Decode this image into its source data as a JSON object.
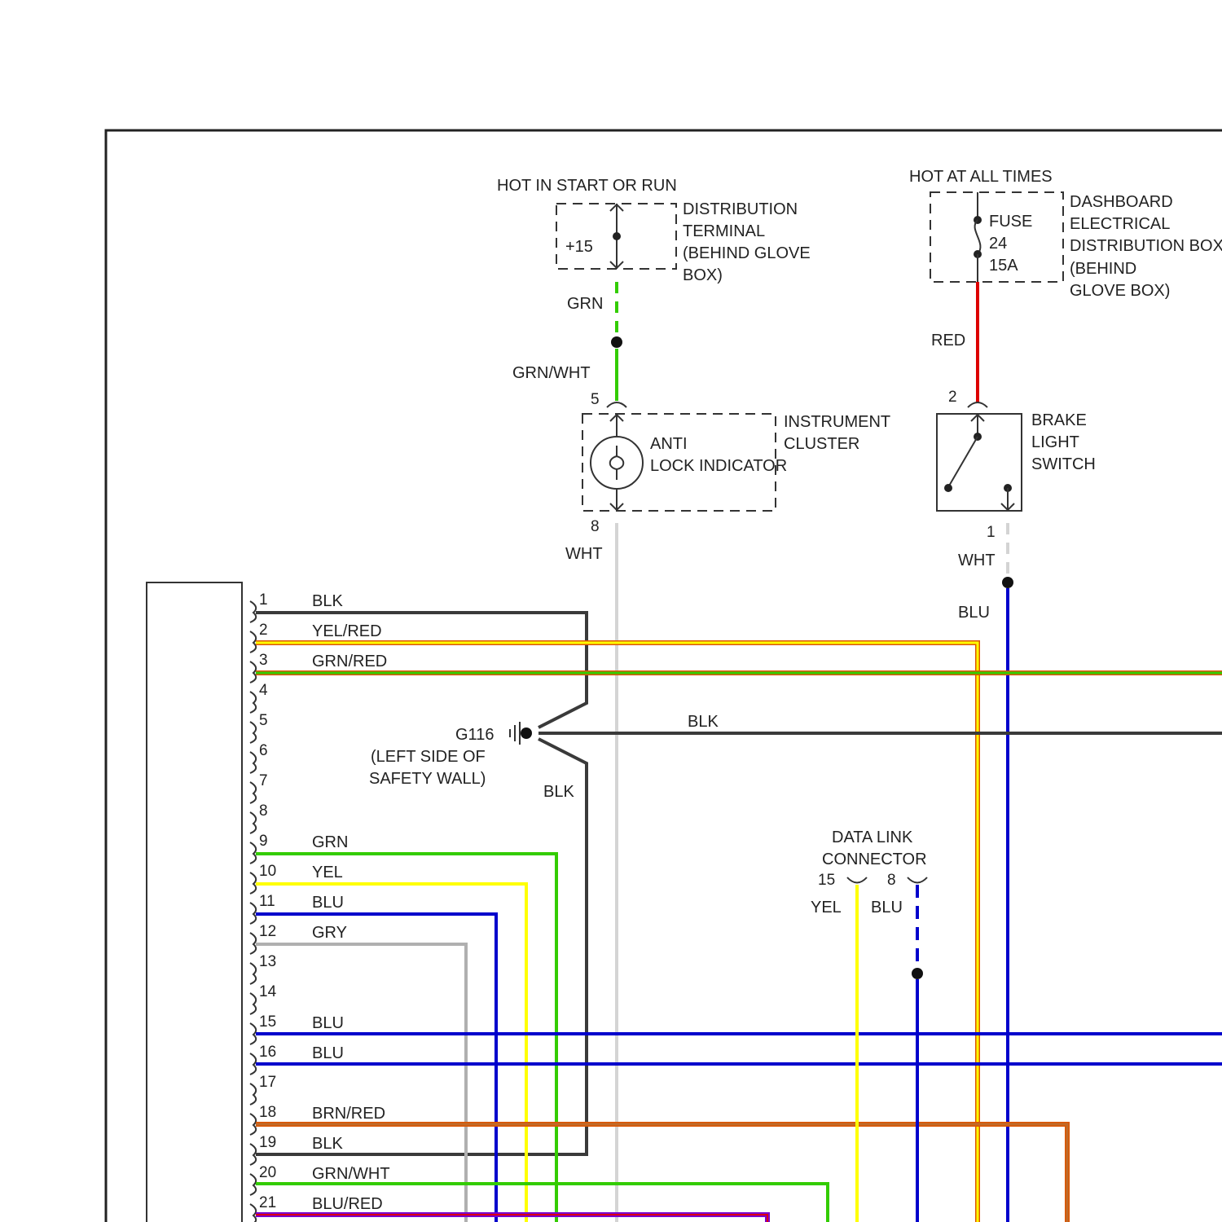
{
  "wire_colors": {
    "BLK": "#3a3a3a",
    "YEL": "#ffff00",
    "RED": "#dd0000",
    "GRN": "#33cc00",
    "BLU": "#0000cc",
    "GRY": "#b0b0b0",
    "WHT": "#d4d4d4",
    "BRN": "#c06a2a",
    "VIO": "#7a00cc"
  },
  "distribution_terminal": {
    "hot_label": "HOT IN START OR RUN",
    "terminal": "+15",
    "name_lines": [
      "DISTRIBUTION",
      "TERMINAL",
      "(BEHIND GLOVE",
      "BOX)"
    ]
  },
  "fuse_box": {
    "hot_label": "HOT AT ALL TIMES",
    "fuse_lines": [
      "FUSE",
      "24",
      "15A"
    ],
    "name_lines": [
      "DASHBOARD",
      "ELECTRICAL",
      "DISTRIBUTION BOX",
      "(BEHIND",
      "GLOVE BOX)"
    ]
  },
  "instrument_cluster": {
    "name_lines": [
      "INSTRUMENT",
      "CLUSTER"
    ],
    "indicator_lines": [
      "ANTI",
      "LOCK INDICATOR"
    ],
    "pin_top": "5",
    "pin_bottom": "8"
  },
  "brake_switch": {
    "name_lines": [
      "BRAKE",
      "LIGHT",
      "SWITCH"
    ],
    "pin_top": "2",
    "pin_bottom": "1"
  },
  "ground": {
    "id": "G116",
    "location_lines": [
      "(LEFT SIDE OF",
      "SAFETY WALL)"
    ]
  },
  "data_link_connector": {
    "name_lines": [
      "DATA LINK",
      "CONNECTOR"
    ],
    "pin_a": "15",
    "pin_b": "8"
  },
  "wire_labels": {
    "grn": "GRN",
    "grn_wht": "GRN/WHT",
    "red": "RED",
    "wht_cluster": "WHT",
    "wht_switch": "WHT",
    "blu_switch": "BLU",
    "blk_ground": "BLK",
    "blk_ground_lower": "BLK",
    "yel_dlc": "YEL",
    "blu_dlc": "BLU"
  },
  "module_pins": [
    {
      "pin": "1",
      "wire": "BLK"
    },
    {
      "pin": "2",
      "wire": "YEL/RED"
    },
    {
      "pin": "3",
      "wire": "GRN/RED"
    },
    {
      "pin": "4",
      "wire": ""
    },
    {
      "pin": "5",
      "wire": ""
    },
    {
      "pin": "6",
      "wire": ""
    },
    {
      "pin": "7",
      "wire": ""
    },
    {
      "pin": "8",
      "wire": ""
    },
    {
      "pin": "9",
      "wire": "GRN"
    },
    {
      "pin": "10",
      "wire": "YEL"
    },
    {
      "pin": "11",
      "wire": "BLU"
    },
    {
      "pin": "12",
      "wire": "GRY"
    },
    {
      "pin": "13",
      "wire": ""
    },
    {
      "pin": "14",
      "wire": ""
    },
    {
      "pin": "15",
      "wire": "BLU"
    },
    {
      "pin": "16",
      "wire": "BLU"
    },
    {
      "pin": "17",
      "wire": ""
    },
    {
      "pin": "18",
      "wire": "BRN/RED"
    },
    {
      "pin": "19",
      "wire": "BLK"
    },
    {
      "pin": "20",
      "wire": "GRN/WHT"
    },
    {
      "pin": "21",
      "wire": "BLU/RED"
    }
  ]
}
